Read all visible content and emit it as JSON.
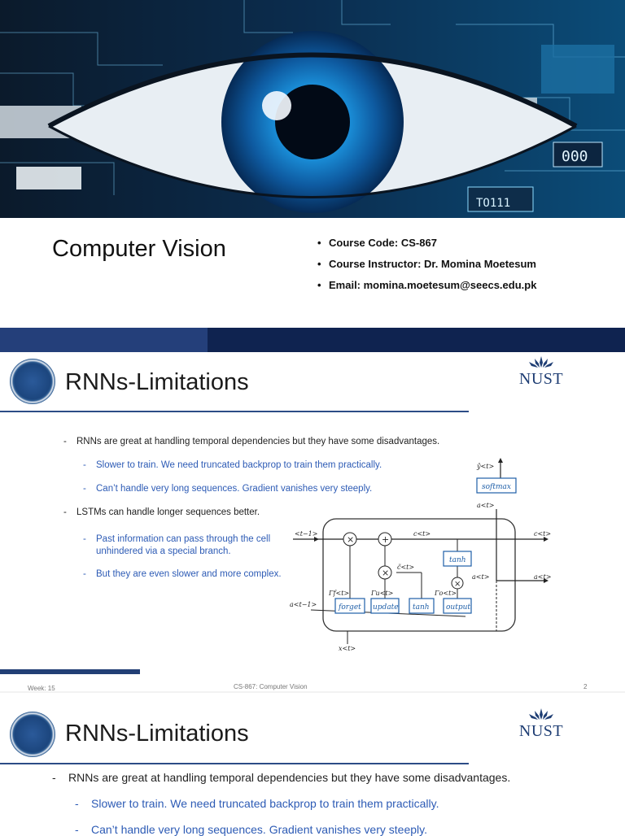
{
  "slide1": {
    "hero_image": "eye-technology-illustration",
    "title": "Computer Vision",
    "info": [
      "Course Code: CS-867",
      "Course Instructor: Dr. Momina Moetesum",
      "Email: momina.moetesum@seecs.edu.pk"
    ],
    "hero_readout": "000",
    "hero_binary": "TO111"
  },
  "slide2": {
    "title": "RNNs-Limitations",
    "logo_text": "NUST",
    "bullets": [
      {
        "level": 1,
        "text": "RNNs are great at handling temporal dependencies but they have some disadvantages."
      },
      {
        "level": 2,
        "text": "Slower to train. We need truncated backprop to train them practically."
      },
      {
        "level": 2,
        "text": "Can’t handle very long sequences. Gradient vanishes very steeply."
      },
      {
        "level": 1,
        "text": "LSTMs can handle longer sequences better."
      },
      {
        "level": 2,
        "text": "Past information can pass through the cell unhindered via a special branch."
      },
      {
        "level": 2,
        "text": "But they are even slower and more complex."
      }
    ],
    "diagram": {
      "gates": [
        "forget",
        "update",
        "tanh",
        "output"
      ],
      "tanh_box": "tanh",
      "softmax_box": "softmax",
      "labels": {
        "c_prev": "<t−1>",
        "c_next": "c<t>",
        "c_out": "c<t>",
        "a_prev": "a<t−1>",
        "a_next": "a<t>",
        "a_out": "a<t>",
        "a_top": "a<t>",
        "y_hat": "ŷ<t>",
        "x": "x<t>",
        "c_tilde": "c̃<t>",
        "gamma_f": "Γf<t>",
        "gamma_u": "Γu<t>",
        "gamma_o": "Γo<t>"
      }
    },
    "footer": {
      "week": "Week: 15",
      "course": "CS-867: Computer Vision",
      "page": "2"
    }
  },
  "slide3": {
    "title": "RNNs-Limitations",
    "logo_text": "NUST",
    "bullets": [
      {
        "level": 1,
        "text": "RNNs are great at handling temporal dependencies but they have some disadvantages."
      },
      {
        "level": 2,
        "text": "Slower to train. We need truncated backprop to train them practically."
      },
      {
        "level": 2,
        "text": "Can’t handle very long sequences. Gradient vanishes very steeply."
      }
    ]
  }
}
